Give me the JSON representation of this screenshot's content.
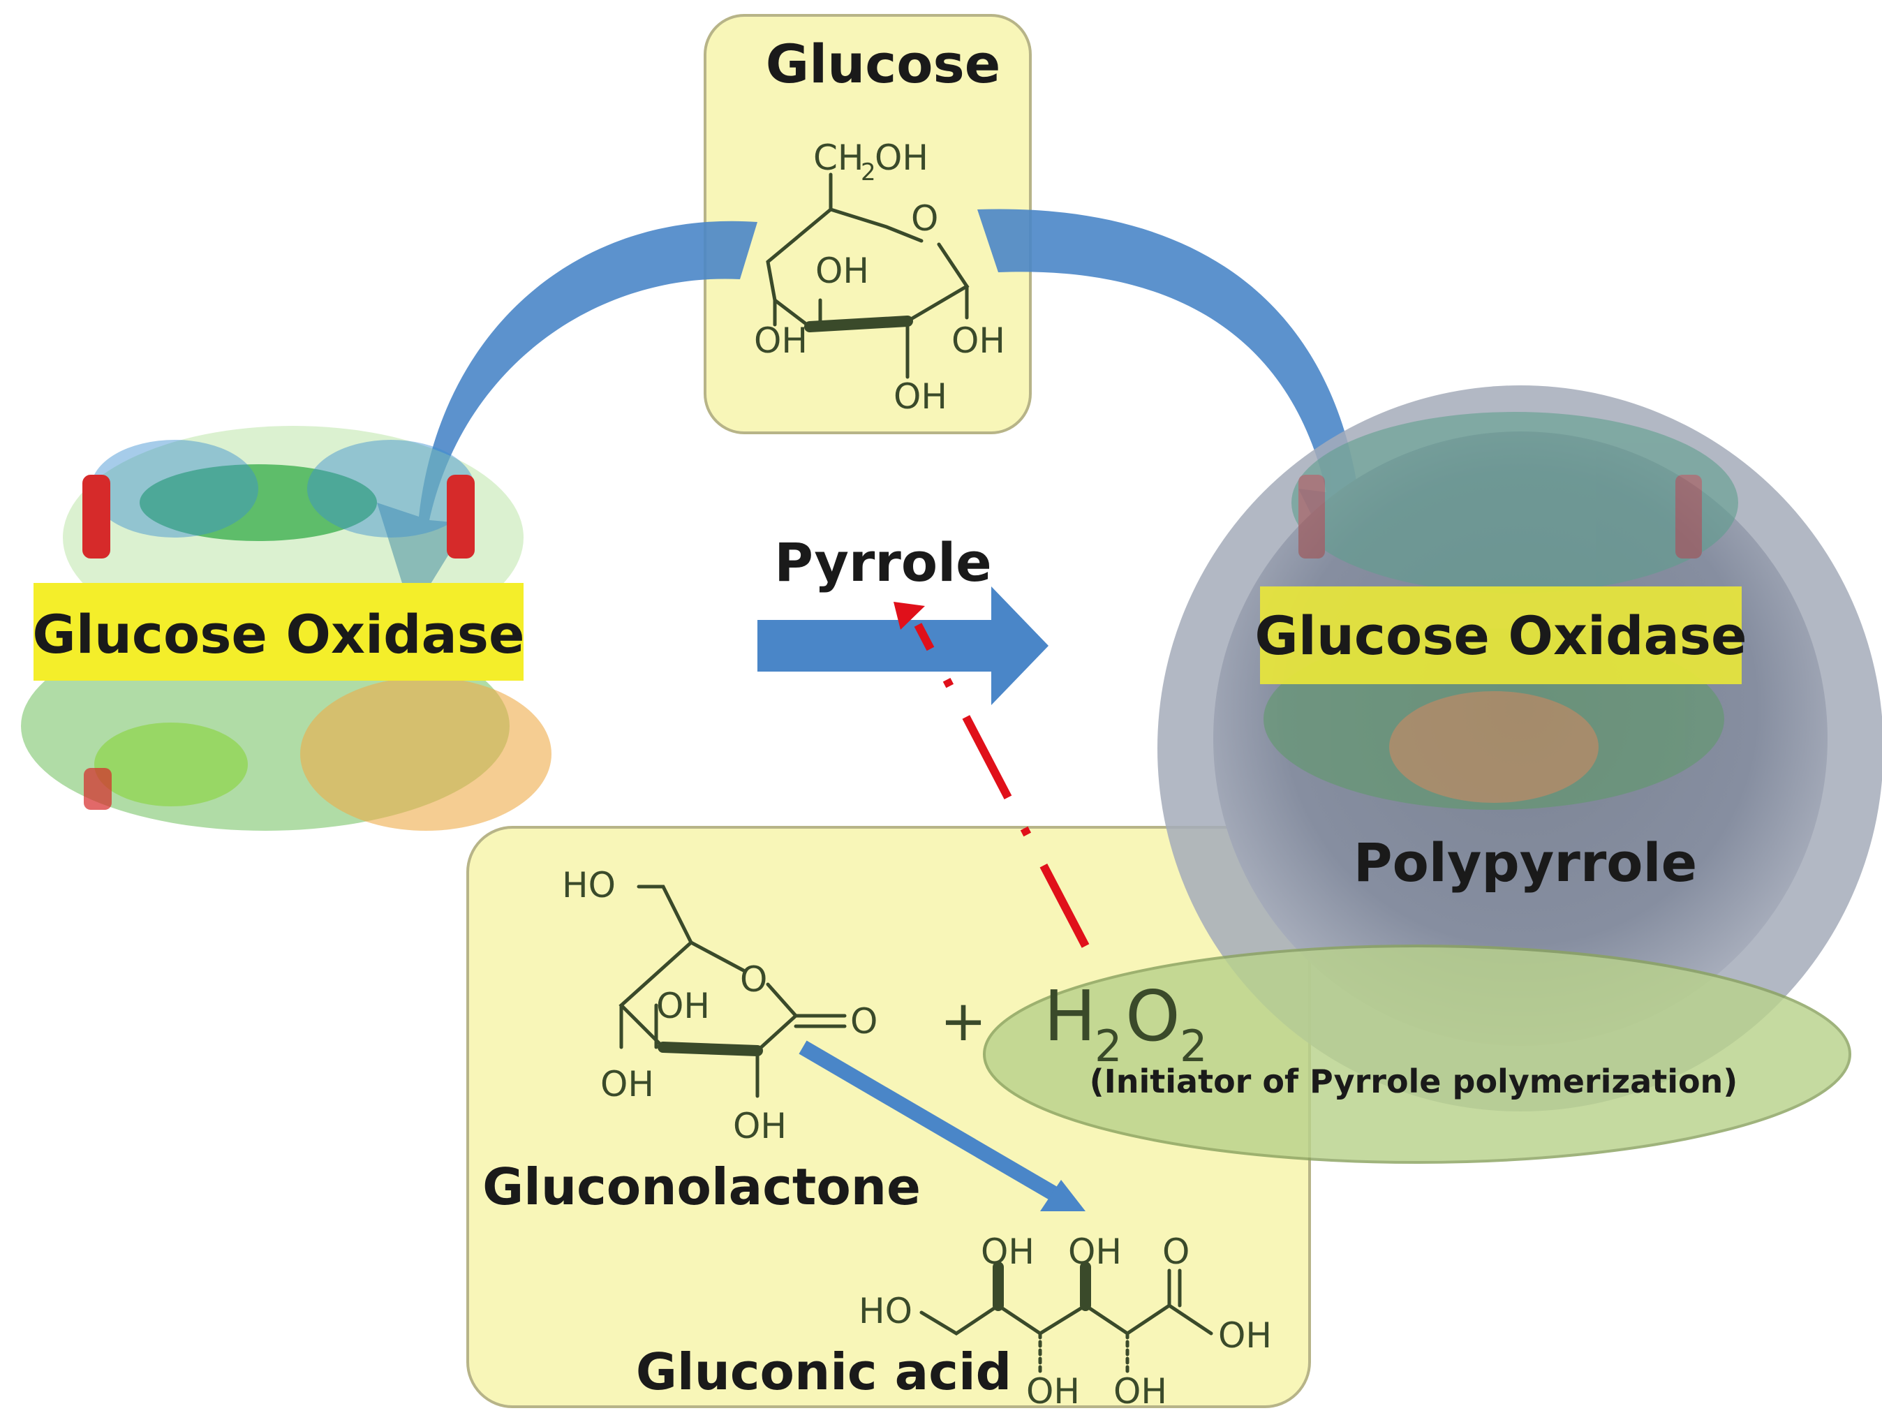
{
  "labels": {
    "glucose_title": "Glucose",
    "enzyme_left": "Glucose Oxidase",
    "enzyme_right": "Glucose Oxidase",
    "pyrrole": "Pyrrole",
    "polypyrrole": "Polypyrrole",
    "gluconolactone": "Gluconolactone",
    "gluconic_acid": "Gluconic acid",
    "plus": "+",
    "h2o2_note": "(Initiator of Pyrrole polymerization)"
  },
  "h2o2": {
    "h": "H",
    "sub1": "2",
    "o": "O",
    "sub2": "2"
  },
  "glucose_structure": {
    "ch2oh_main": "CH",
    "ch2oh_sub": "2",
    "ch2oh_end": "OH",
    "ring_o": "O",
    "oh_top": "OH",
    "oh_left": "OH",
    "oh_right": "OH",
    "oh_bottom": "OH"
  },
  "gluconolactone_structure": {
    "ho": "HO",
    "ring_o": "O",
    "carbonyl_o": "O",
    "oh_inner": "OH",
    "oh_left": "OH",
    "oh_bottom": "OH"
  },
  "gluconic_acid_structure": {
    "ho": "HO",
    "oh_1": "OH",
    "oh_2": "OH",
    "o": "O",
    "oh_acid": "OH",
    "oh_3": "OH",
    "oh_4": "OH"
  },
  "colors": {
    "panel_yellow": "#f8f6b8",
    "label_yellow": "#f4ee2a",
    "arrow_blue": "#4a86c8",
    "dashed_red": "#e0101a",
    "sphere_gray": "#8a92a2",
    "ellipse_green": "#b9d28c"
  },
  "icons": [
    "protein-structure-left",
    "protein-structure-right",
    "curved-arrow",
    "straight-arrow",
    "dashed-arrow"
  ]
}
